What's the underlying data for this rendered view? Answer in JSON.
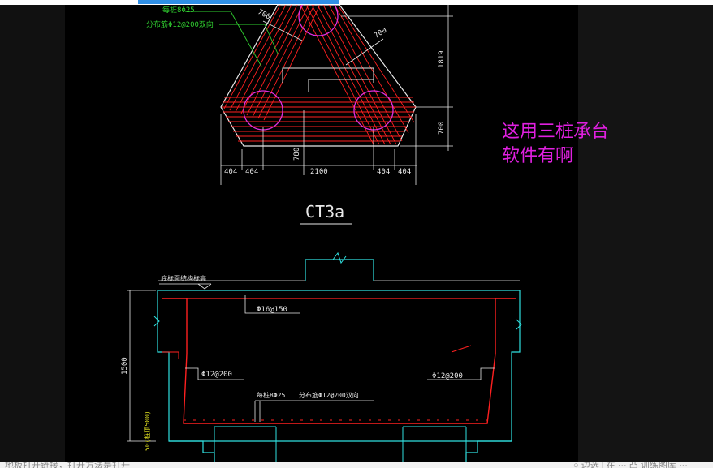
{
  "comment": {
    "line1": "这用三桩承台",
    "line2": "软件有啊"
  },
  "drawing": {
    "title": "CT3a",
    "top_rebar_label1": "每桩8Φ25",
    "top_rebar_label2": "分布筋Φ12@200双向",
    "dim_700_a": "700",
    "dim_700_b": "700",
    "dim_1819": "1819",
    "dim_700_c": "700",
    "dim_780": "780",
    "dim_404_1": "404",
    "dim_404_2": "404",
    "dim_2100": "2100",
    "dim_404_3": "404",
    "dim_404_4": "404",
    "section_label_top": "底标面结构标高",
    "rebar_phi16": "Φ16@150",
    "rebar_phi12_left": "Φ12@200",
    "rebar_phi12_right": "Φ12@200",
    "rebar_bottom1": "每桩8Φ25",
    "rebar_bottom2": "分布筋Φ12@200双向",
    "dim_1500": "1500",
    "dim_side": "50(桩顶500)"
  },
  "footer": {
    "left_text": "地板打开链接，打开方法是打开",
    "right_text": "○ 边选 | 在 ··· 凸 训练图库 ···"
  },
  "colors": {
    "canvas": "#000000",
    "red": "#ff2020",
    "magenta": "#e030e0",
    "green": "#30d030",
    "white": "#e8e8e8",
    "cyan": "#30e0e0",
    "yellow": "#e0e020"
  }
}
